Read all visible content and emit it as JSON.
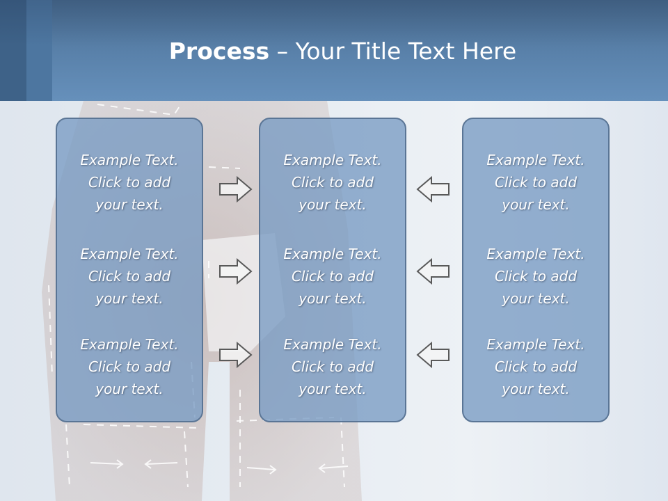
{
  "title": {
    "bold": "Process",
    "rest": " – Your Title Text Here"
  },
  "columns": [
    {
      "items": [
        [
          "Example Text.",
          "Click  to add",
          "your text."
        ],
        [
          "Example Text.",
          "Click  to add",
          "your text."
        ],
        [
          "Example Text.",
          "Click  to add",
          "your text."
        ]
      ]
    },
    {
      "items": [
        [
          "Example Text.",
          "Click  to add",
          "your text."
        ],
        [
          "Example Text.",
          "Click  to add",
          "your text."
        ],
        [
          "Example Text.",
          "Click  to add",
          "your text."
        ]
      ]
    },
    {
      "items": [
        [
          "Example Text.",
          "Click  to add",
          "your text."
        ],
        [
          "Example Text.",
          "Click  to add",
          "your text."
        ],
        [
          "Example Text.",
          "Click  to add",
          "your text."
        ]
      ]
    }
  ],
  "arrows": {
    "left_group": "right-arrow-icon",
    "right_group": "left-arrow-icon"
  },
  "colors": {
    "header": "#5a82ab",
    "box_fill": "#7f9dc3",
    "box_border": "#5a7595",
    "text": "#ffffff"
  }
}
